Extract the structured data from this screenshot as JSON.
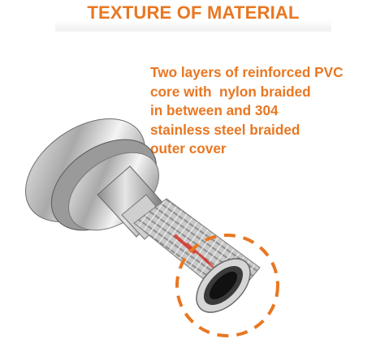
{
  "header": {
    "title": "TEXTURE OF MATERIAL"
  },
  "description": {
    "lines": [
      "Two layers of reinforced PVC",
      "core with  nylon braided",
      "in between and 304",
      "stainless steel braided",
      "outer cover"
    ]
  },
  "colors": {
    "accent": "#e87722",
    "steel": "#b8b8b8",
    "red_thread": "#d9342b"
  }
}
